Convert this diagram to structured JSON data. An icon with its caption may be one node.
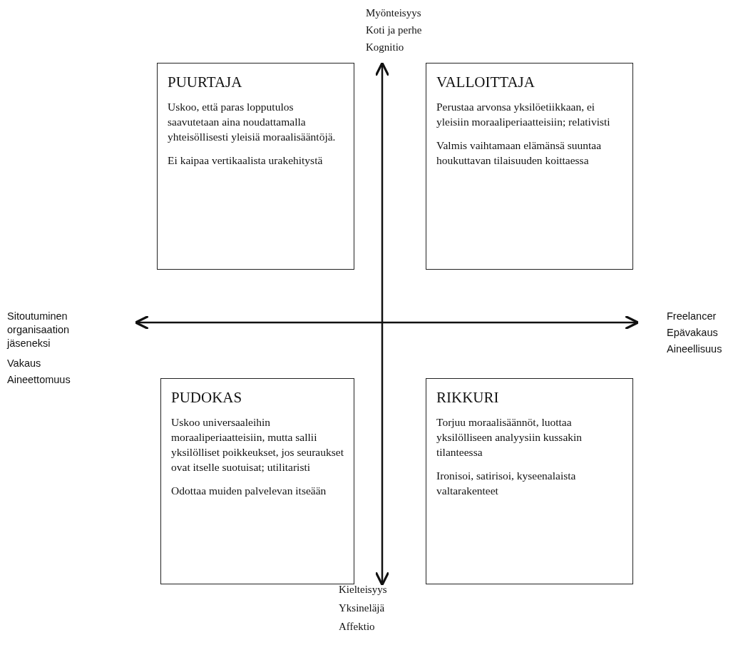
{
  "diagram": {
    "nodes": [
      {
        "text": [
          "PUURTAJA",
          "Uskoo, että paras lopputulos saavutetaan aina noudattamalla yhteisöllisesti yleisiä moraalisääntöjä.",
          "Ei kaipaa vertikaalista urakehitystä"
        ]
      },
      {
        "text": [
          "VALLOITTAJA",
          "Perustaa arvonsa yksilöetiikkaan, ei yleisiin moraaliperiaatteisiin; relativisti",
          "Valmis vaihtamaan elämänsä suuntaa houkuttavan tilaisuuden koittaessa"
        ]
      },
      {
        "text": [
          "PUDOKAS",
          "Uskoo universaaleihin moraaliperiaatteisiin, mutta sallii yksilölliset poikkeukset, jos seuraukset ovat itselle suotuisat; utilitaristi",
          "Odottaa muiden palvelevan itseään"
        ]
      },
      {
        "text": [
          "RIKKURI",
          "Torjuu moraalisäännöt, luottaa yksilölliseen analyysiin kussakin tilanteessa",
          "Ironisoi, satirisoi, kyseenalaista valtarakenteet"
        ]
      }
    ],
    "labels": [
      "Myönteisyys",
      "Koti ja perhe",
      "Kognitio",
      "Sitoutuminen organisaation jäseneksi",
      "Vakaus",
      "Aineettomuus",
      "Freelancer",
      "Epävakaus",
      "Aineellisuus",
      "Kielteisyys",
      "Yksineläjä",
      "Affektio"
    ]
  }
}
